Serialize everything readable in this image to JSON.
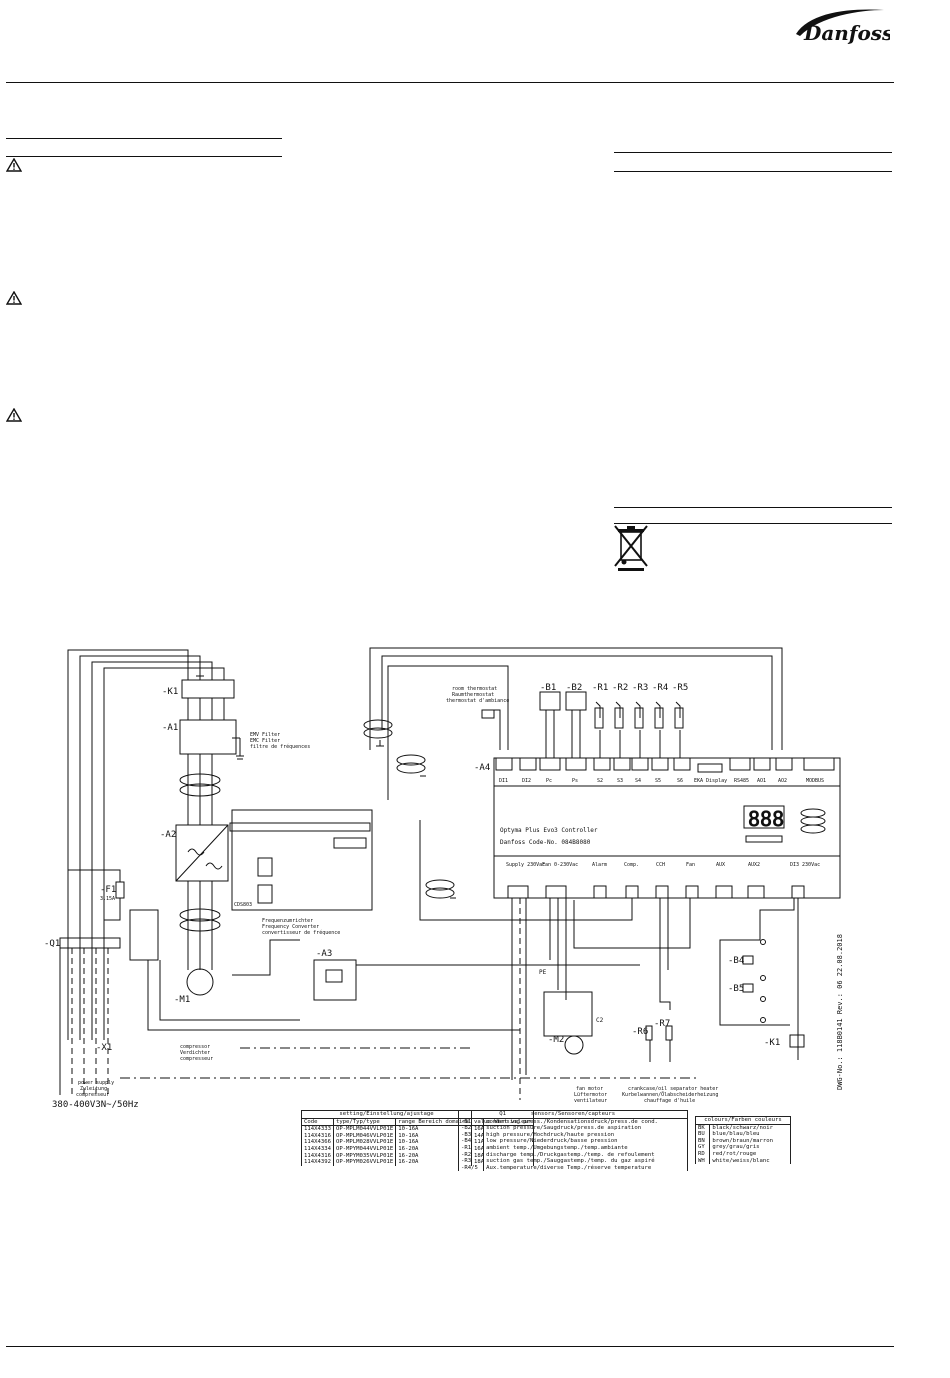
{
  "brand": {
    "logo_text": "Danfoss"
  },
  "icons": [
    "danfoss-logo",
    "warning-icon",
    "weee-crossed-bin-icon"
  ],
  "schematic": {
    "components": {
      "k1": "-K1",
      "a1": "-A1",
      "a2": "-A2",
      "a3": "-A3",
      "a4": "-A4",
      "f1": "-F1",
      "f1_rating": "3,15A",
      "q1": "-Q1",
      "m1": "-M1",
      "m2": "-M2",
      "x1_main": "-X1",
      "b1": "-B1",
      "b2": "-B2",
      "r1": "-R1",
      "r2": "-R2",
      "r3": "-R3",
      "r4": "-R4",
      "r5": "-R5",
      "r6": "-R6",
      "r7": "-R7",
      "b4": "-B4",
      "b5": "-B5",
      "k1_coil": "-K1",
      "c2": "C2",
      "cds803": "CDS803"
    },
    "emc_filter": [
      "EMV Filter",
      "EMC Filter",
      "filtre de fréquences"
    ],
    "freq_converter": [
      "Frequenzumrichter",
      "Frequency Converter",
      "convertisseur de fréquence"
    ],
    "room_thermostat": [
      "room thermostat",
      "Raumthermostat",
      "thermostat d'ambiance"
    ],
    "compressor": [
      "compressor",
      "Verdichter",
      "compresseur"
    ],
    "power_supply": [
      "power supply",
      "Zuleitung",
      "compresseur"
    ],
    "power_spec": "380-400V3N~/50Hz",
    "fan_motor": [
      "fan motor",
      "Lüftermotor",
      "ventilateur"
    ],
    "crankcase_heater": [
      "crankcase/oil separator heater",
      "Kurbelwannen/Ölabscheiderheizung",
      "chauffage d'huile"
    ],
    "controller": {
      "name": "Optyma Plus Evo3 Controller",
      "code": "Danfoss Code-No. 084B8080",
      "display": "888"
    },
    "top_terminals": [
      "DI1",
      "DI2",
      "Pc",
      "Ps",
      "S2",
      "S3",
      "S4",
      "S5",
      "S6",
      "EKA Display",
      "RS485",
      "AO1",
      "AO2",
      "MODBUS"
    ],
    "bottom_terminals": [
      "Supply 230Vac",
      "Fan 0-230Vac",
      "Alarm",
      "Comp.",
      "CCH",
      "Fan",
      "AUX",
      "AUX2",
      "DI3 230Vac"
    ],
    "pe": "PE",
    "dwg_no": "DWG-No.: 118B0141  Rev.: 06  22.08.2018"
  },
  "table_q1": {
    "title": "setting/Einstellung/ajustage",
    "q1_label": "Q1",
    "headers": [
      "Code",
      "type/Typ/type",
      "range Bereich domaine",
      "value Wert valeur"
    ],
    "rows": [
      [
        "114X4333",
        "OP-MPLM044VVLP01E",
        "10-16A",
        "16A"
      ],
      [
        "114X4316",
        "OP-MPLM046VVLP01E",
        "10-16A",
        "14A"
      ],
      [
        "114X4366",
        "OP-MPLM028VVLP01E",
        "10-16A",
        "11A"
      ],
      [
        "114X4334",
        "OP-MPYM044VVLP01E",
        "16-20A",
        "16A"
      ],
      [
        "114X4316",
        "OP-MPYM035VVLP01E",
        "16-20A",
        "18A"
      ],
      [
        "114X4392",
        "OP-MPYM026VVLP01E",
        "16-20A",
        "18A"
      ]
    ]
  },
  "table_sensors": {
    "title": "sensors/Sensoren/capteurs",
    "rows": [
      [
        "-B1",
        "condensing press./Kondensationsdruck/press.de cond."
      ],
      [
        "-B2",
        "suction pressure/Saugdruck/press.de aspiration"
      ],
      [
        "-B3",
        "high pressure/Hochdruck/haute pression"
      ],
      [
        "-B4",
        "low pressure/Niederdruck/basse pression"
      ],
      [
        "-R1",
        "ambient temp./Umgebungstemp./temp.ambiante"
      ],
      [
        "-R2",
        "discharge temp./Druckgastemp./temp. de refoulement"
      ],
      [
        "-R3",
        "suction gas temp./Sauggastemp./temp. du gaz aspiré"
      ],
      [
        "-R4/5",
        "Aux.temperature/diverse Temp./réserve temperature"
      ]
    ]
  },
  "table_colours": {
    "title": "colours/Farben couleurs",
    "rows": [
      [
        "BK",
        "black/schwarz/noir"
      ],
      [
        "BU",
        "blue/blau/bleu"
      ],
      [
        "BN",
        "brown/braun/marron"
      ],
      [
        "GY",
        "grey/grau/gris"
      ],
      [
        "RD",
        "red/rot/rouge"
      ],
      [
        "WH",
        "white/weiss/blanc"
      ]
    ]
  }
}
